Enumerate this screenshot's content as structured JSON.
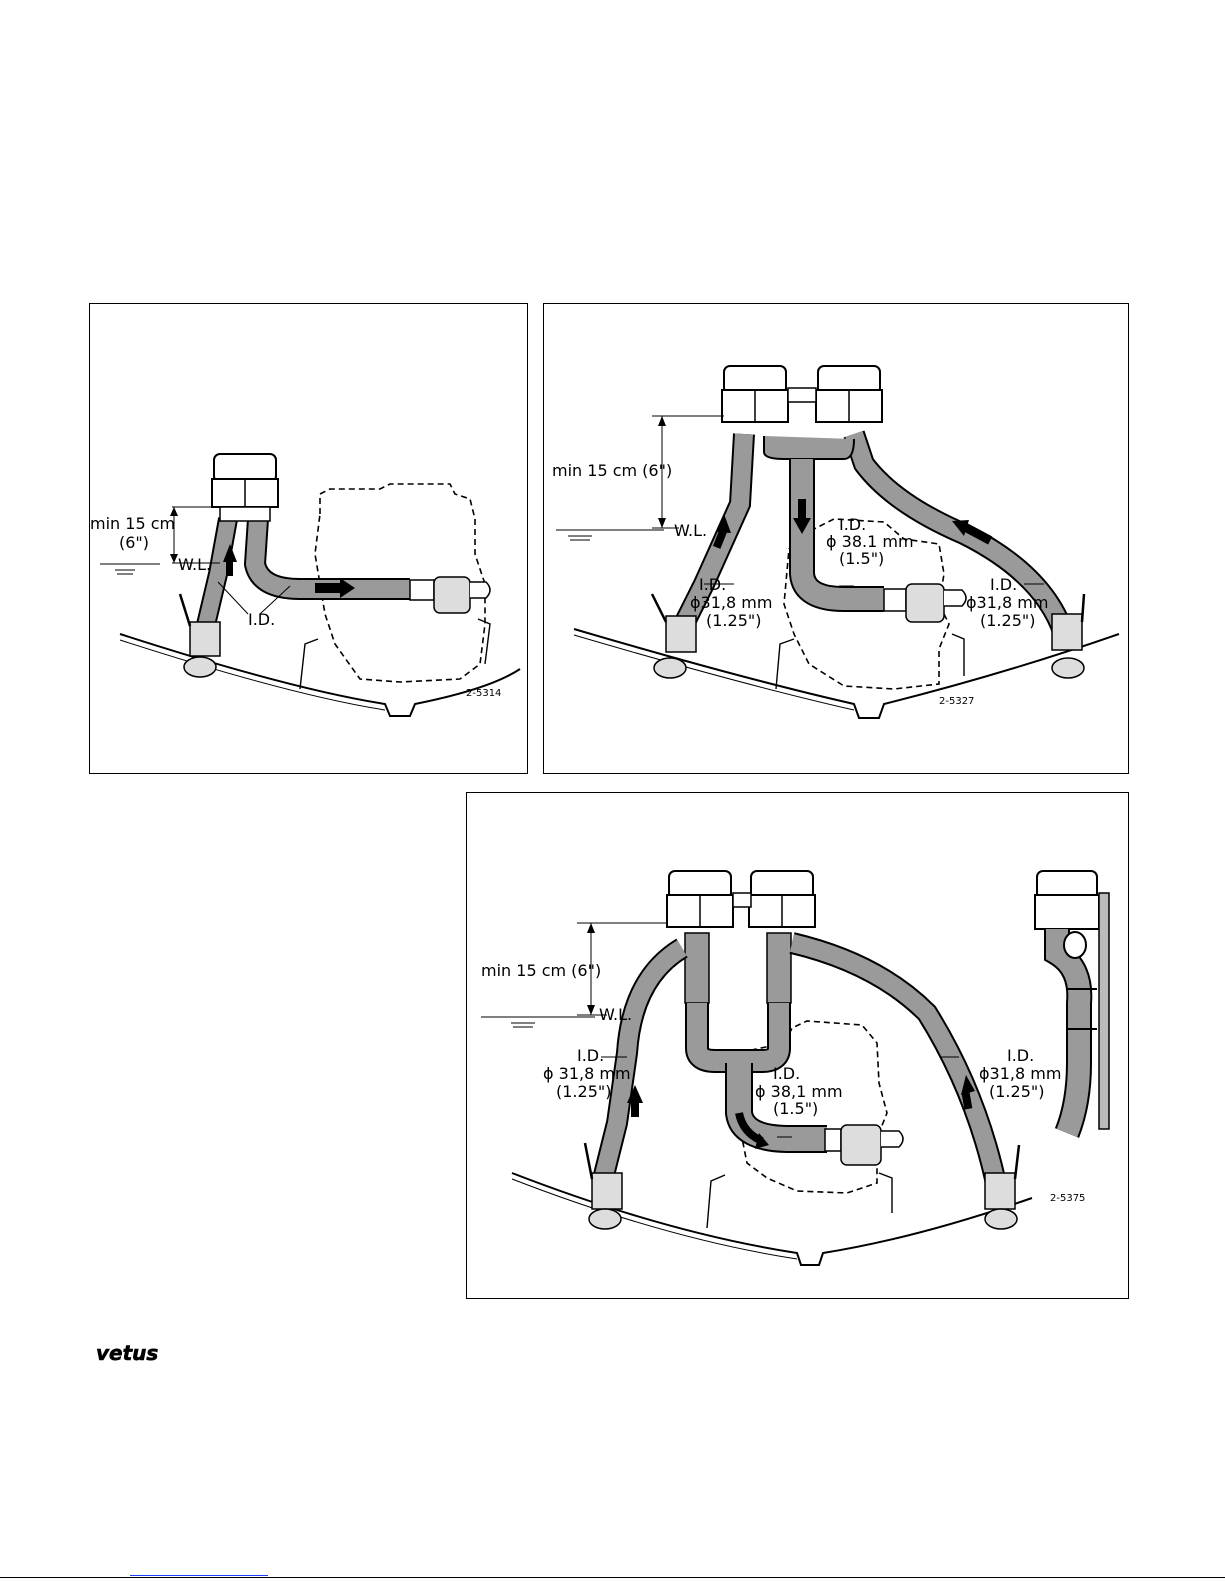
{
  "brand": "vetus",
  "figure1": {
    "min_label": "min 15 cm",
    "min_label_inch": "(6\")",
    "wl": "W.L.",
    "id": "I.D.",
    "code": "2-5314"
  },
  "figure2": {
    "min_label": "min 15 cm (6\")",
    "wl": "W.L.",
    "id_left": "I.D.",
    "dia_left": "ϕ31,8 mm",
    "inch_left": "(1.25\")",
    "id_mid": "I.D.",
    "dia_mid": "ϕ 38.1 mm",
    "inch_mid": "(1.5\")",
    "id_right": "I.D.",
    "dia_right": "ϕ31,8 mm",
    "inch_right": "(1.25\")",
    "code": "2-5327"
  },
  "figure3": {
    "min_label": "min 15 cm (6\")",
    "wl": "W.L.",
    "id_left": "I.D.",
    "dia_left": "ϕ 31,8 mm",
    "inch_left": "(1.25\")",
    "id_mid": "I.D.",
    "dia_mid": "ϕ 38,1 mm",
    "inch_mid": "(1.5\")",
    "id_right": "I.D.",
    "dia_right": "ϕ31,8 mm",
    "inch_right": "(1.25\")",
    "code": "2-5375"
  }
}
